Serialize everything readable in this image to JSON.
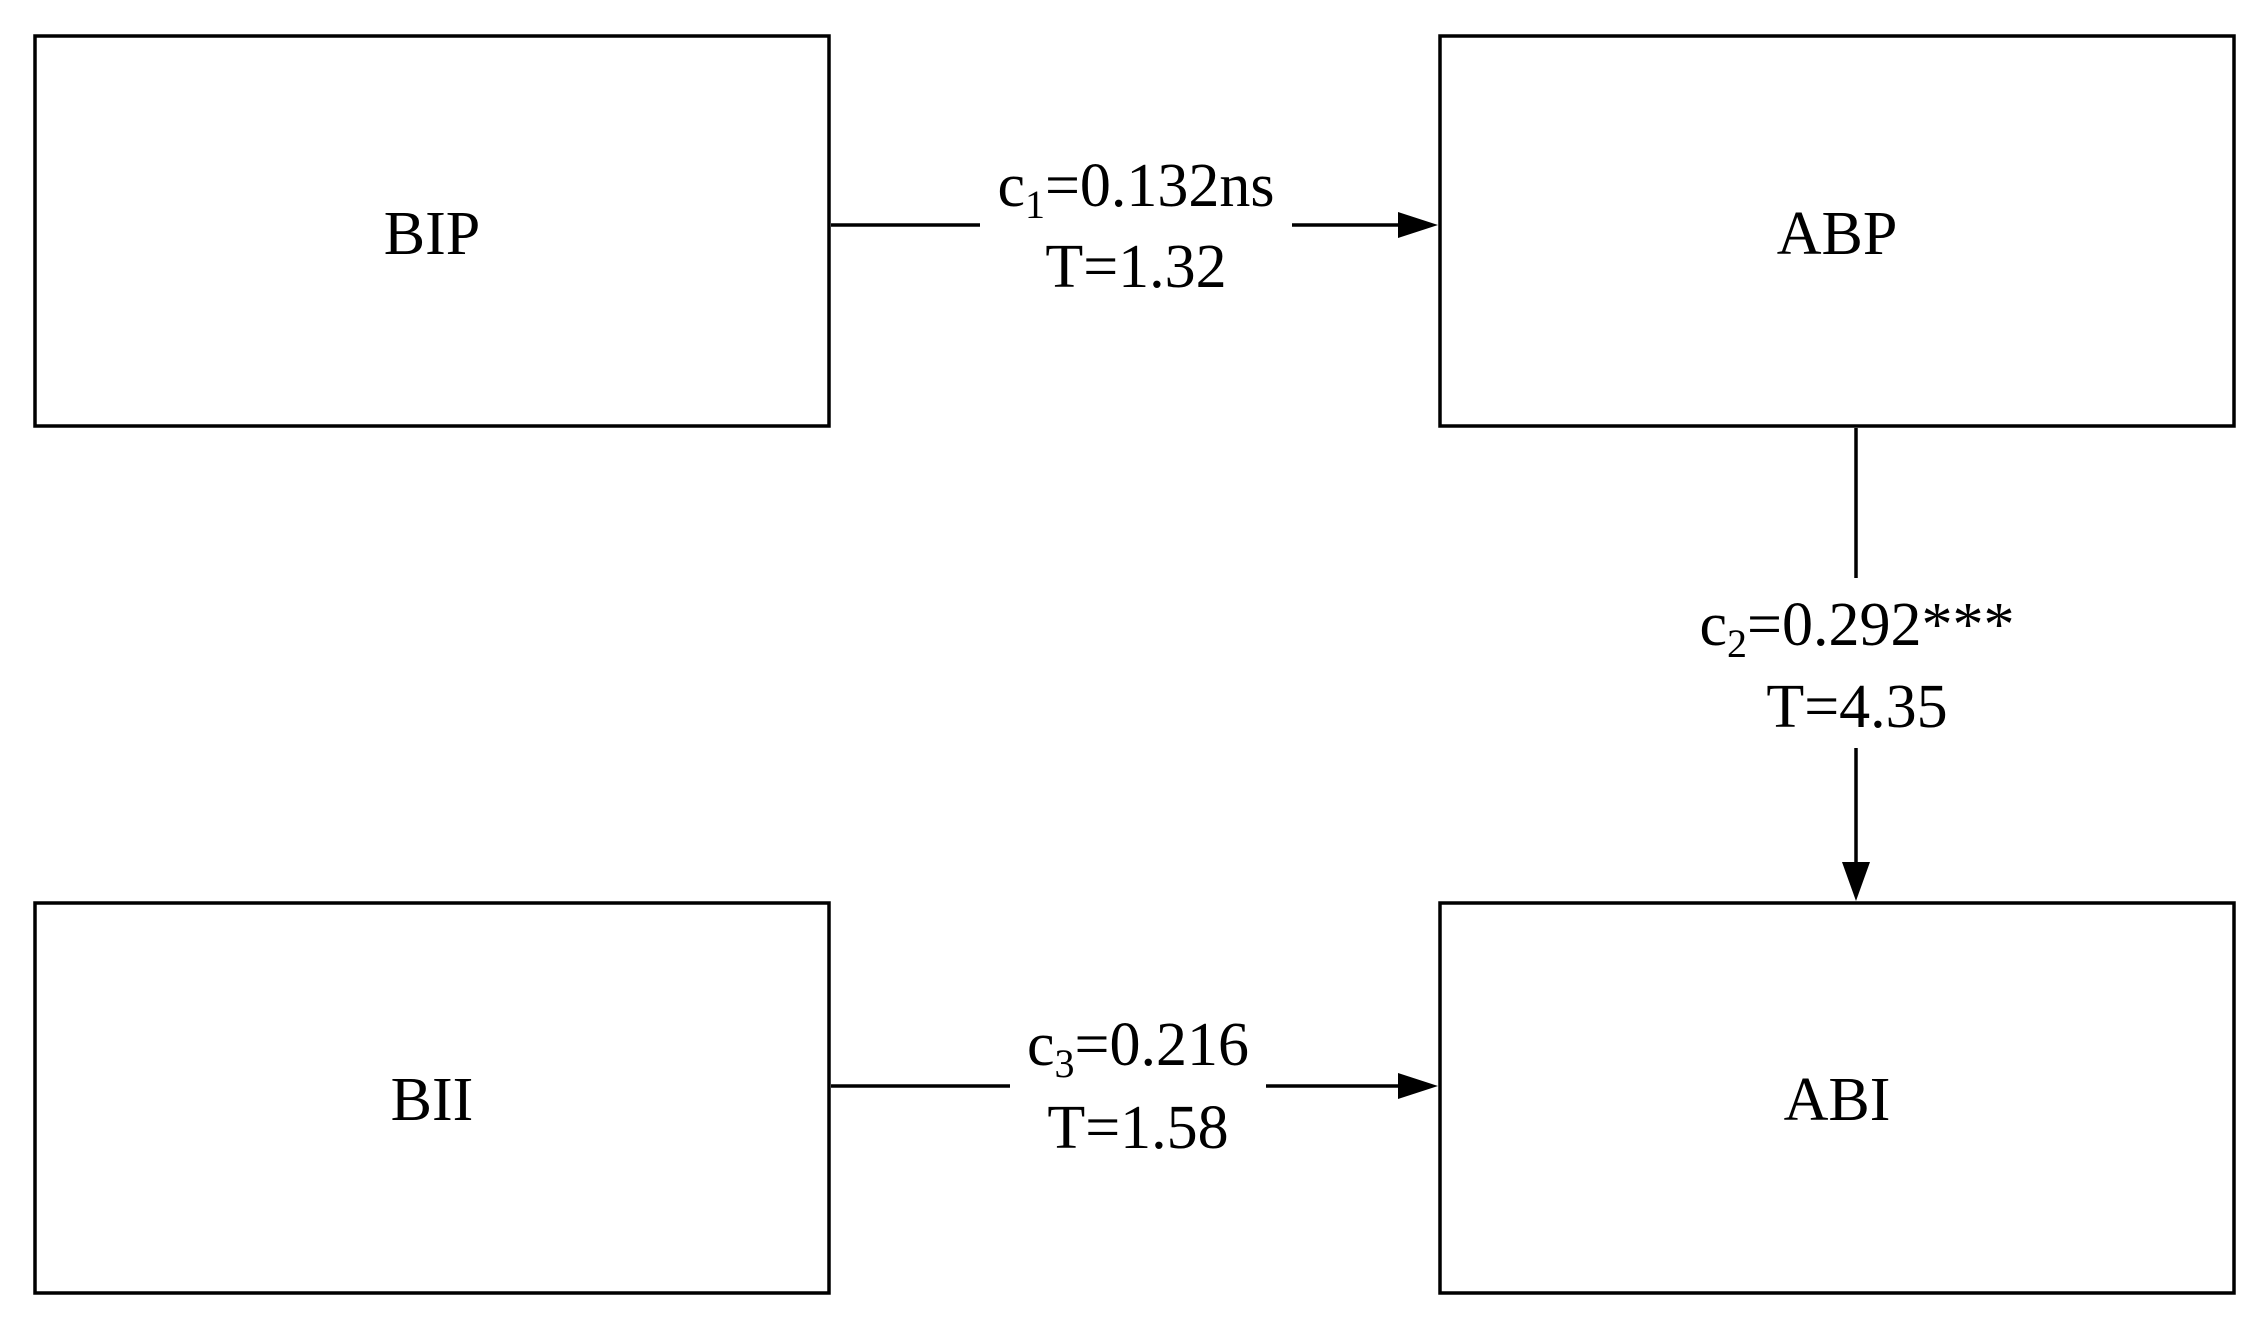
{
  "nodes": {
    "bip": {
      "label": "BIP"
    },
    "abp": {
      "label": "ABP"
    },
    "bii": {
      "label": "BII"
    },
    "abi": {
      "label": "ABI"
    }
  },
  "edges": {
    "c1": {
      "coef_symbol": "c",
      "coef_subscript": "1",
      "coef_value": "=0.132ns",
      "t_label": "T=1.32"
    },
    "c2": {
      "coef_symbol": "c",
      "coef_subscript": "2",
      "coef_value": "=0.292***",
      "t_label": "T=4.35"
    },
    "c3": {
      "coef_symbol": "c",
      "coef_subscript": "3",
      "coef_value": "=0.216",
      "t_label": "T=1.58"
    }
  }
}
